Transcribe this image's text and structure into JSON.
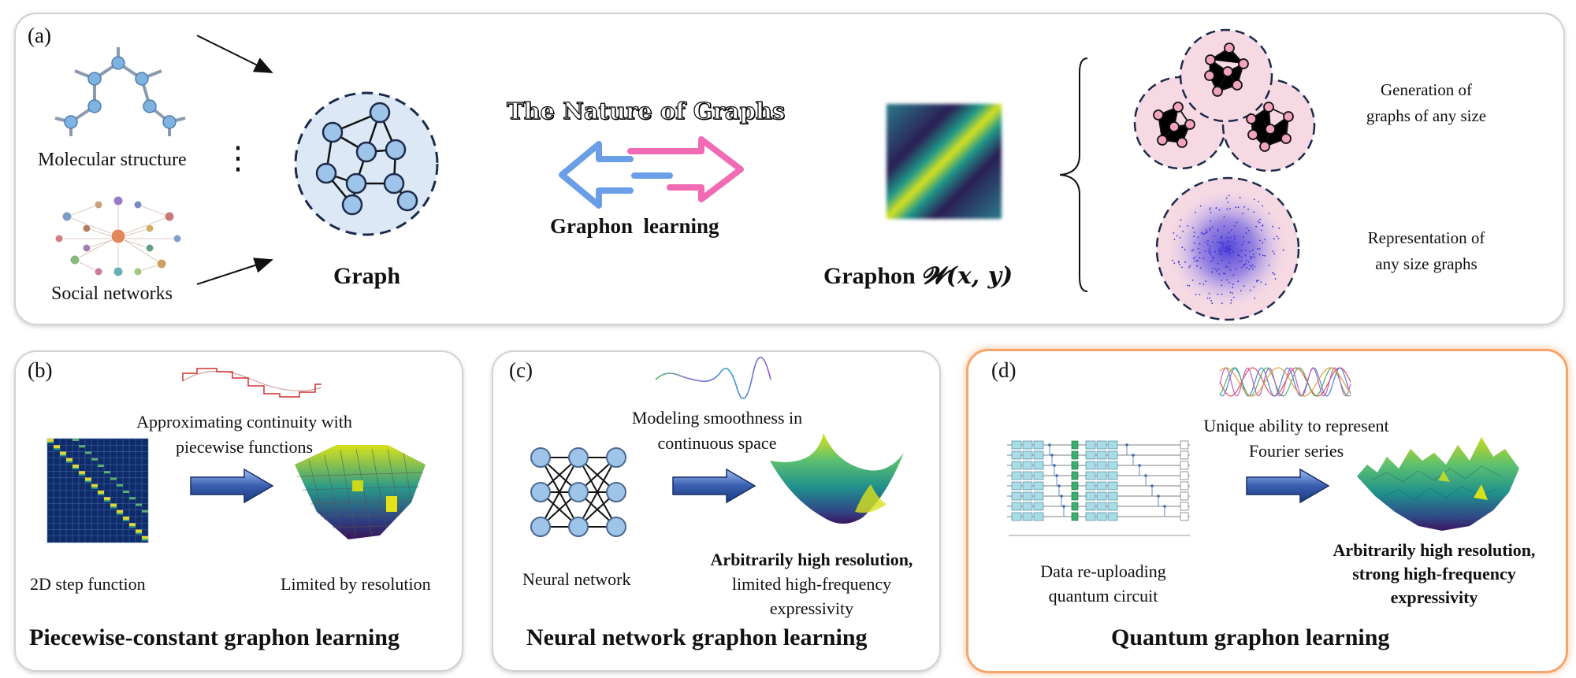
{
  "panel_a": {
    "label": "(a)",
    "molecular_label": "Molecular structure",
    "social_label": "Social networks",
    "ellipsis": "⋮",
    "graph_label": "Graph",
    "nature_title": "The Nature of Graphs",
    "graphon_learning_label": "Graphon  learning",
    "graphon_label": "Graphon ",
    "graphon_formula": "𝓦(𝒙, 𝒚)",
    "generation_label_line1": "Generation of",
    "generation_label_line2": "graphs of any size",
    "representation_label_line1": "Representation of",
    "representation_label_line2": "any size graphs"
  },
  "panel_b": {
    "label": "(b)",
    "caption_line1": "Approximating continuity with",
    "caption_line2": "piecewise functions",
    "step_label": "2D step function",
    "limit_label": "Limited by resolution",
    "title": "Piecewise-constant graphon learning"
  },
  "panel_c": {
    "label": "(c)",
    "caption_line1": "Modeling smoothness in",
    "caption_line2": "continuous space",
    "nn_label": "Neural network",
    "bold_note": "Arbitrarily high resolution,",
    "note_line2": "limited high-frequency",
    "note_line3": "expressivity",
    "title": "Neural network graphon learning"
  },
  "panel_d": {
    "label": "(d)",
    "caption_line1": "Unique ability to represent",
    "caption_line2": "Fourier series",
    "circuit_label_line1": "Data re-uploading",
    "circuit_label_line2": "quantum circuit",
    "note_line1": "Arbitrarily high resolution,",
    "note_line2": "strong high-frequency",
    "note_line3": "expressivity",
    "title": "Quantum graphon learning"
  },
  "colors": {
    "graph_fill": "#dce8f5",
    "node_fill": "#9fc4ea",
    "arrow_blue": "#6a9fe8",
    "arrow_pink": "#f06bb4",
    "pink_fill": "#f6d9e3",
    "pink_node": "#f3a3c0",
    "block_arrow": "#3a5fb0",
    "panel_d_border": "#f6a66b"
  }
}
